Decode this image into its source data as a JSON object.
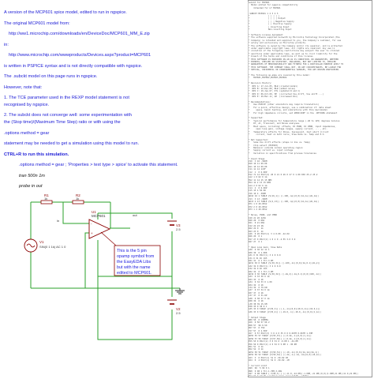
{
  "notes": {
    "line1": "A version of the MCP601 spice model, edited to run in ngspice.",
    "line2": "The original MCP601 model from:",
    "url1": "http://ww1.microchip.com/downloads/en/DeviceDoc/MCP601_MM_E.zip",
    "line3": "in:",
    "url2": "http://www.microchip.com/wwwproducts/Devices.aspx?product=MCP601",
    "line4": "is written in PSPICE syntax and is not directly compatible with ngspice.",
    "line5": "The .subckt model on this page runs in ngspice.",
    "line6": "However, note that:",
    "note1a": "1. The TCE parameter used in the REXP model statement is not",
    "note1b": "recognised by ngspice.",
    "note2a": "2. The subckt does not converge well: some experimentation with",
    "note2b": "the (Stop time)/(Maximum Time Step) ratio or with using the",
    "option": ".options method = gear",
    "line7": "statement may be needed to get a simulation using this model to run.",
    "ctrl": "CTRL+R to run this simulation.",
    "activate": ".options method = gear ; 'Properties > text type > spice' to activate this statement.",
    "tran": "tran 500n 1m",
    "probe": "probe in out"
  },
  "schematic": {
    "r1_name": "R1",
    "r1_value": "1k",
    "r2_name": "R2",
    "r2_value": "1k",
    "u1_name": "U1",
    "u1_part": "MCP601",
    "v1_name": "V1",
    "v1_value": "SIN(0 1 1k) AC 1 0",
    "v2_name": "V2",
    "v2_value": "2.5",
    "v3_name": "V3",
    "v3_value": "2.5",
    "net_in": "in",
    "net_out": "out",
    "pin_plus": "+",
    "pin_minus": "-",
    "callout1": "This is the 5 pin",
    "callout2": "opamp symbol from",
    "callout3": "the EasyEDA Libs",
    "callout4": "but with the name",
    "callout5": "edited to MCP601.",
    "colors": {
      "wire": "#2aa02a",
      "symbol": "#8b0000",
      "callout": "#2020e0",
      "callout_border": "#8b0000"
    }
  },
  "netlist": {
    "text": "subckt for MCP601\n  Model edited for ngspice compatibility\n    Intended for LT MCP601\n\n.SUBCKT MCP601 1 2 3 4 5\n*               | | | | |\n*               | | | | Output\n*               | | | Negative Supply\n*               | | Positive Supply\n*               | Inverting Input\n*               Non-inverting Input\n\n* Software License Agreement\n* The software supplied herewith by Microchip Technology Incorporated (the\n* Company) is intended and supplied to you, the Company's customer, for use\n* solely and exclusively on Microchip products.\n* The software is owned by the Company and/or its supplier, and is protected\n* under applicable copyright laws. All rights are reserved. Any use in\n* violation of the foregoing restrictions may subject the user to criminal\n* sanctions under applicable laws, as well as to civil liability for the\n* breach of the terms and conditions of this license.\n* THIS SOFTWARE IS PROVIDED IN AN AS IS CONDITION. NO WARRANTIES, WHETHER\n* EXPRESS, IMPLIED OR STATUTORY, INCLUDING, BUT NOT LIMITED TO, IMPLIED\n* WARRANTIES OF MERCHANTABILITY AND FITNESS FOR A PARTICULAR PURPOSE APPLY TO\n* THIS SOFTWARE. THE COMPANY SHALL NOT, IN ANY CIRCUMSTANCES, BE LIABLE FOR\n* SPECIAL, INCIDENTAL OR CONSEQUENTIAL DAMAGES, FOR ANY REASON WHATSOEVER.\n\n* The following op-amps are covered by this model:\n*   MCP601,MCP602,MCP603,MCP604\n\n* Revision History:\n*  REV A: 17-Jul-05, BLW (created model)\n*  REV B: 12-Dec-06, BLW (added noise)\n*  REV C: 19-Jan-07, KTL (updated R and C)\n*  REV D: 06-Oct-09, HP  (corrected Vos drift, Vos shift ...)\n*  REV E: 29-Mar-11, AH  (increased Rin)\n\n* Recommendations:\n*   Use PSPICE (other simulators may require translation)\n*   For a quick, effective design, use a combination of: data sheet\n*     specs, bench testing, and simulations with this macromodel\n*   For high impedance circuits, set GMIN=100F in the .OPTIONS statement\n\n* Supported:\n*   Typical performance for temperature range (-40 to 125) degrees Celsius\n*   DC, AC, Transient, and Noise analyses.\n*   Most specs, including: offsets, DC PSRR, DC CMRR, input impedances,\n*     open loop gain, voltage ranges, supply current, ... , etc.\n*   Temperature effects for Ibias, Iquiescent, Iout short circuit\n*     current, Vsat on both rails, Slew Rate vs. Temp and P.S.\n\n* Not Supported:\n*   Some Vos drift effects (steps in Vos vs. Temp)\n*   Chip select (MCP603)\n*   Behavior outside normal operating region\n*   Supply current vs. input voltage\n*   Variation in specifications from process tolerances\n\n* Input Stage\nV10  3 10 -300M\nR10 10 11 69.0K\nR11 10 12 69.0K\nC11 11 12 115F\nC12  1  0 6.00P\nE12 71 14 POLY(4) 20 0 21 0 26 0 27 0 1.00 830 25.2 25.2\nG12 1 0 62 0 1m\nM12 11 14 15 15 NMI\nM14 12 2 15 15 NMI\nG14 2 0 62 0 1m\nC14  2  0 6.00P\nI15 15 4 50.0U\nV16 16 4 -300M\nGD16 16 1 TABLE {V(16,1)} ((-100,-1p)(0,0)(1m,1u)(2m,1m))\nV13  3 13 -300M\nGD13 2 13 TABLE {V(2,13)} ((-100,-1p)(0,0)(1m,1u)(2m,1m))\nR71 1 0 20.0E12\nR72 2 0 20.0E12\nR73 1 2 20.0E12\n\n* Noise, PSRR, and CMRR\nI20 21 20 423U\nD20 20  0 DN1\nD21  0 21 DN1\nI22 22 23 1N\nR22 22 0  1k\nR23 23 0  1k\nG26  0 26 POLY(1) 3 4 0.00 -42.0U\nR26 26  0 1\nE27 27 0 POLY(2) 1 0 2 0 -4.55 3.0 3.0\nR27 27  0 1\n\n* Open Loop Gain, Slew Rate\nG30  0 30 12 11 1\nR30 30  0 1.00K\nG31 0 31 POLY(1) 3 4 0 0.0\nI31 0 31 DC 165\nR31 31  0 1 TC=-3.0M\nGD31 30 0 TABLE {V(30,31)} ((-100,-1n)(0,0)(1m,0.1)(2m,2))\nG32 32 0 POLY(1) 3 4 0 0.0\nI32 32 0 DC 165\nR32 32  0 1 TC=-3.0M\nGD32 0 30 TABLE {V(30,32)} ((-2m,2)(-1m,0.1)(0,0)(100,-1n))\nG33  0 33 30 0 1m\nR33 33  0 1K\nG34  0 34 33 0 1.00\nR34 34  0 1K\nC34 34  0 79.6N\nG37  0 37 34 0 1m\nR37 37  0 1K\nC37 37  0 31.8P\nG38  0 38 37 0 1m\nR38 39  0 1K\nL38 38 39 15.9M\nE38 35 0 38 0 1\nG35 33 0 TABLE {V(35,3)} ((-1,-1n)(0,0)(18.0,1n))(19.0,1))\nG36 33 0 TABLE {V(35,4)} ((-19.0,-1)(-18.0,-1n)(0,0)(1,1n))\n\n* Output Stage\nR80 50  0 100MEG\nG50  0 50 57 96 2\nR58 57  96 0.50\nR57 57  0 750\nC57 57  0 2.50P\nG57  0 57 POLY(3) 3 0 4 0 35 0 0 0.667M 0.667M 1.33M\nGD55 55 57 TABLE {V(55,57)} ((-0.2m,-1)(0,0)(1,1n))\nGD56 57 56 TABLE {V(57,56)} ((-0.2m,-1)(0,0)(1,1n))\nE55 55 0 POLY(2) 3 0 51 0 -0.6M 1 -44.0M\nE56 56 0 POLY(2) 4 0 52 0 5.6M 1 -30.0M\nR51 51  0 1k\nR52 52  0 1k\nGD51 50 51 TABLE {V(50,51)} ((-10,-1n)(0,0)(1m,1m)(2m,1))\nGD52 50 52 TABLE {V(50,52)} ((-2m,-1)(-1m,-1m)(0,0)(10,1n))\nG53  3  0 POLY(1) 51 0 -50.0U 1M\nG54  0  4 POLY(1) 52 0 -50.0U -1M\n\n* Current Limit\nG99  96  5 99 0 1\nR98  0 98 1 TC=-1.70M,3.20U\nG97  0 98 TABLE { V(96,5) } ((-11.0,-22.0M)(-1.00M,-21.9M)(0,0)(1.00M,21.9M)(11.0,22.0M))\nE97 99 0 VALUE { V(98)*((V(3)-V(4))*233M + 165M)}\nD98  4  5 DESD\nD99  5  3 DESD\n\n* Temperature / Voltage Sensitive IQuiscent\nR61  0 61 1 TCE=1.06\nG61  3  4 61 0 1\nG60  0 61 TABLE {V(3, 4)} ((0,0)(900M,2.60U)(1.20,28.0U)(2.00,97.0U))\n\n* Temperature Sensitive offset voltage\nI73  0 70 DC 1uA\nR74  0 70 1 TC=-1.4\nE75  1 71 70 0 1\n\n* Models\n.MODEL NMI NMOS(L=2.00U W=42.0U KP=20.0U LEVEL=1)\n.MODEL DESD D N=1 IS=1.00E-15\n.MODEL DN1 D IS=1P KF=146E-18 AF=1\n.ENDS MCP601"
  }
}
